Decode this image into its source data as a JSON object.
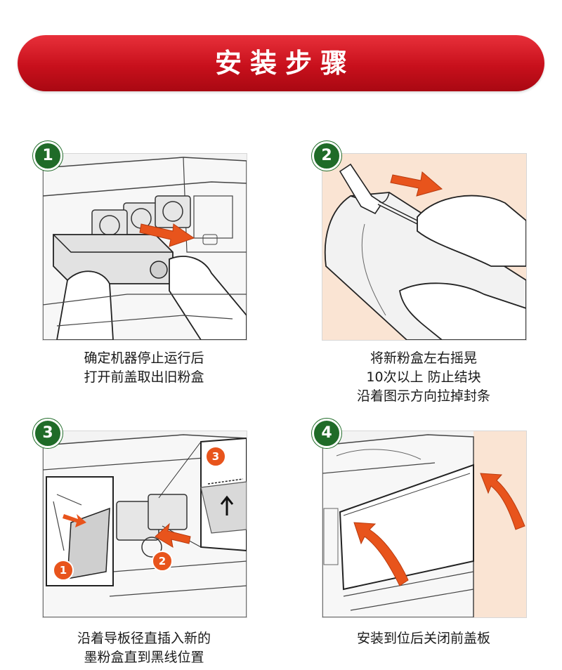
{
  "header": {
    "title": "安装步骤"
  },
  "steps": [
    {
      "number": "1",
      "caption": [
        "确定机器停止运行后",
        "打开前盖取出旧粉盒"
      ]
    },
    {
      "number": "2",
      "caption": [
        "将新粉盒左右摇晃",
        "10次以上 防止结块",
        "沿着图示方向拉掉封条"
      ]
    },
    {
      "number": "3",
      "caption": [
        "沿着导板径直插入新的",
        "墨粉盒直到黑线位置"
      ],
      "badges": [
        "1",
        "2",
        "3"
      ]
    },
    {
      "number": "4",
      "caption": [
        "安装到位后关闭前盖板"
      ]
    }
  ],
  "colors": {
    "banner": "#c8101c",
    "step_badge": "#1f6b28",
    "arrow": "#e8541c",
    "callout": "#e8541c"
  }
}
